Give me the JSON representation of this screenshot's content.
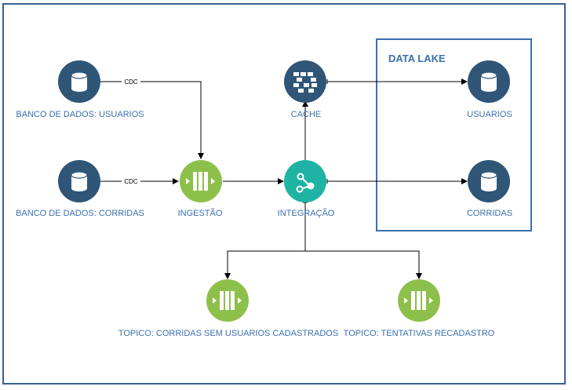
{
  "diagram": {
    "container_title": "DATA LAKE",
    "nodes": {
      "db_usuarios": {
        "label": "BANCO DE DADOS: USUARIOS",
        "icon": "database-icon"
      },
      "db_corridas": {
        "label": "BANCO DE DADOS: CORRIDAS",
        "icon": "database-icon"
      },
      "ingestao": {
        "label": "INGESTÃO",
        "icon": "stream-icon"
      },
      "cache": {
        "label": "CACHE",
        "icon": "cache-icon"
      },
      "integracao": {
        "label": "INTEGRAÇÃO",
        "icon": "integration-icon"
      },
      "lake_usuarios": {
        "label": "USUARIOS",
        "icon": "database-icon"
      },
      "lake_corridas": {
        "label": "CORRIDAS",
        "icon": "database-icon"
      },
      "topico_sem_cadastro": {
        "label": "TOPICO: CORRIDAS SEM USUARIOS CADASTRADOS",
        "icon": "stream-icon"
      },
      "topico_recadastro": {
        "label": "TOPICO: TENTATIVAS RECADASTRO",
        "icon": "stream-icon"
      }
    },
    "edges": [
      {
        "from": "db_usuarios",
        "to": "ingestao",
        "label": "CDC"
      },
      {
        "from": "db_corridas",
        "to": "ingestao",
        "label": "CDC"
      },
      {
        "from": "ingestao",
        "to": "integracao",
        "label": ""
      },
      {
        "from": "integracao",
        "to": "cache",
        "label": ""
      },
      {
        "from": "cache",
        "to": "lake_usuarios",
        "label": ""
      },
      {
        "from": "integracao",
        "to": "lake_corridas",
        "label": ""
      },
      {
        "from": "integracao",
        "to": "topico_sem_cadastro",
        "label": ""
      },
      {
        "from": "integracao",
        "to": "topico_recadastro",
        "label": ""
      }
    ]
  },
  "colors": {
    "database": "#2f5677",
    "stream": "#8dc04a",
    "integration": "#1fb3a3",
    "label_text": "#3b6fb0",
    "frame": "#3b5f94"
  }
}
